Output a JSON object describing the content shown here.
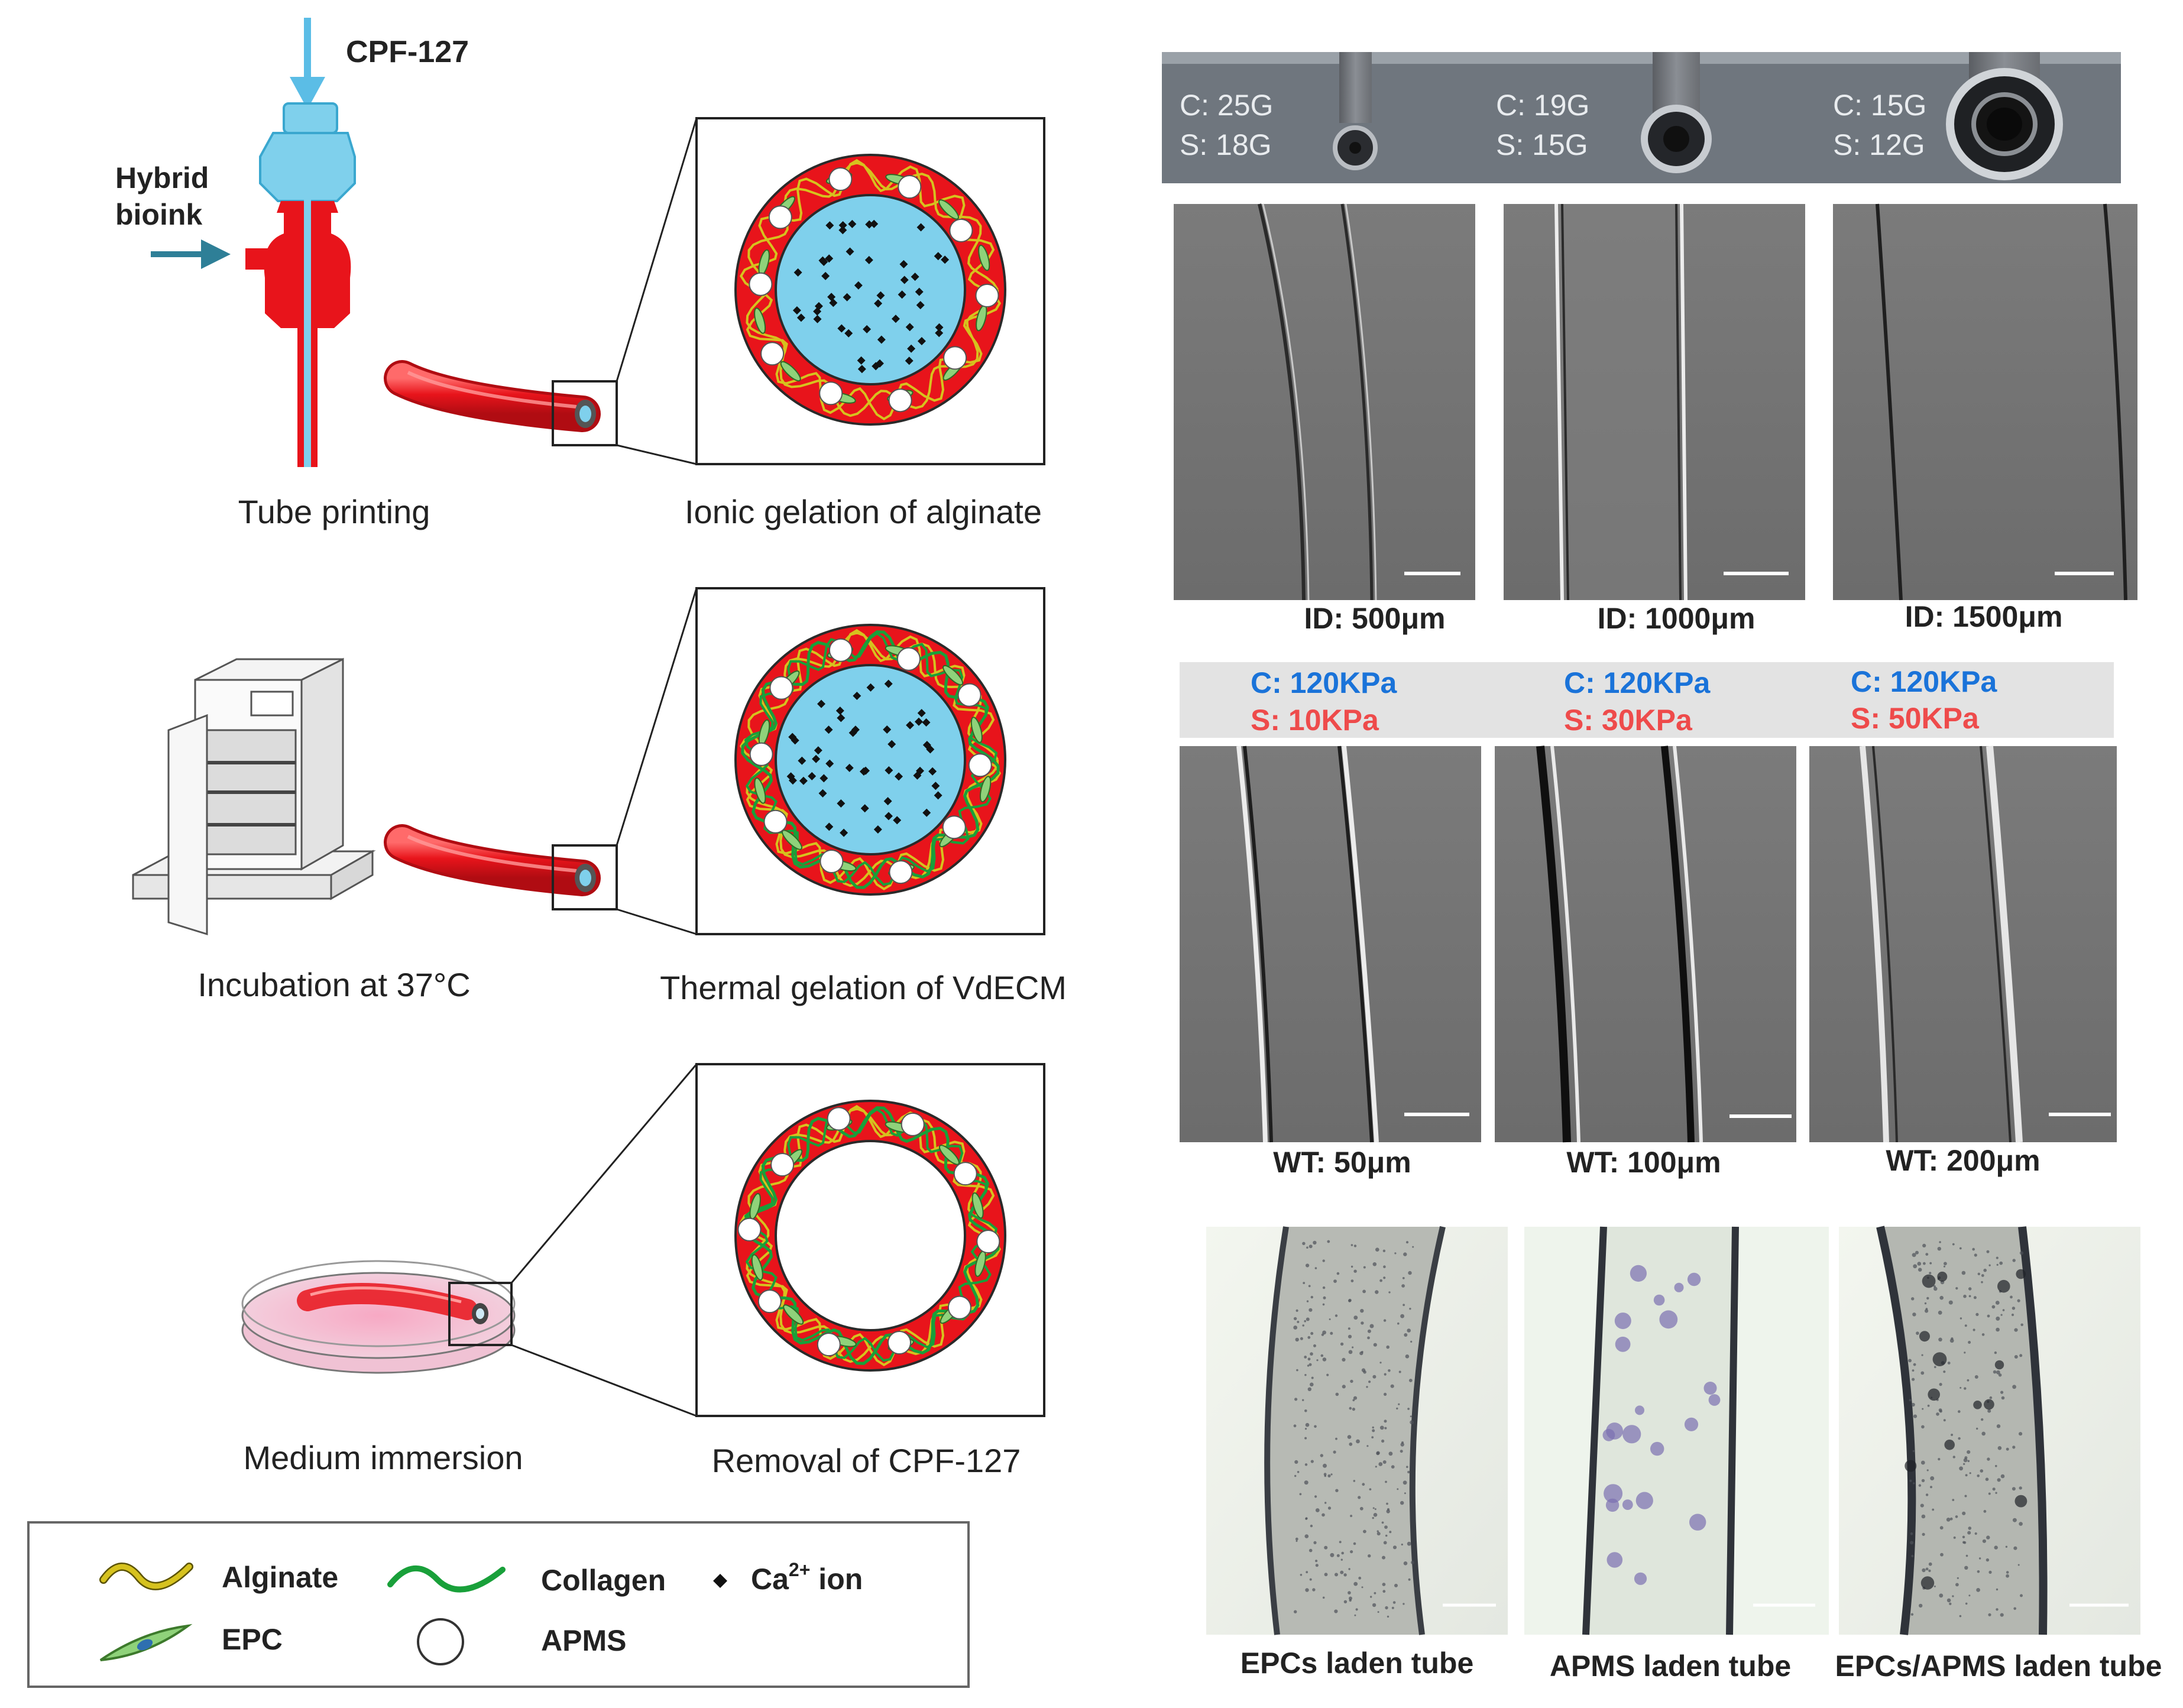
{
  "left_panel": {
    "inputs": {
      "sacrificial_label": "CPF-127",
      "bioink_label_line1": "Hybrid",
      "bioink_label_line2": "bioink"
    },
    "steps": [
      {
        "left_caption": "Tube printing",
        "right_caption": "Ionic gelation of alginate"
      },
      {
        "left_caption": "Incubation at 37°C",
        "right_caption": "Thermal gelation of VdECM"
      },
      {
        "left_caption": "Medium immersion",
        "right_caption": "Removal of CPF-127"
      }
    ],
    "legend": {
      "alginate": "Alginate",
      "collagen": "Collagen",
      "ca_prefix": "Ca",
      "ca_sup": "2+",
      "ca_suffix": " ion",
      "epc": "EPC",
      "apms": "APMS"
    },
    "colors": {
      "tube_red": "#e8141b",
      "lumen_blue": "#7fd0ec",
      "arrow_blue": "#5bbde6",
      "arrow_teal": "#2e7f97",
      "alginate_yellow": "#d6c21e",
      "collagen_green": "#19a03a",
      "epc_green": "#8fd27a"
    }
  },
  "right_panel": {
    "needles": [
      {
        "core": "C: 25G",
        "shell": "S: 18G"
      },
      {
        "core": "C: 19G",
        "shell": "S: 15G"
      },
      {
        "core": "C: 15G",
        "shell": "S: 12G"
      }
    ],
    "inner_diameter_captions": [
      "ID: 500μm",
      "ID: 1000μm",
      "ID: 1500μm"
    ],
    "stiffness": [
      {
        "core": "C: 120KPa",
        "shell": "S: 10KPa"
      },
      {
        "core": "C: 120KPa",
        "shell": "S: 30KPa"
      },
      {
        "core": "C: 120KPa",
        "shell": "S: 50KPa"
      }
    ],
    "wall_thickness_captions": [
      "WT: 50μm",
      "WT: 100μm",
      "WT: 200μm"
    ],
    "laden_captions": [
      "EPCs laden tube",
      "APMS laden tube",
      "EPCs/APMS laden tube"
    ],
    "colors": {
      "core_label_blue": "#1a73d9",
      "shell_label_red": "#ee4b4b"
    }
  }
}
